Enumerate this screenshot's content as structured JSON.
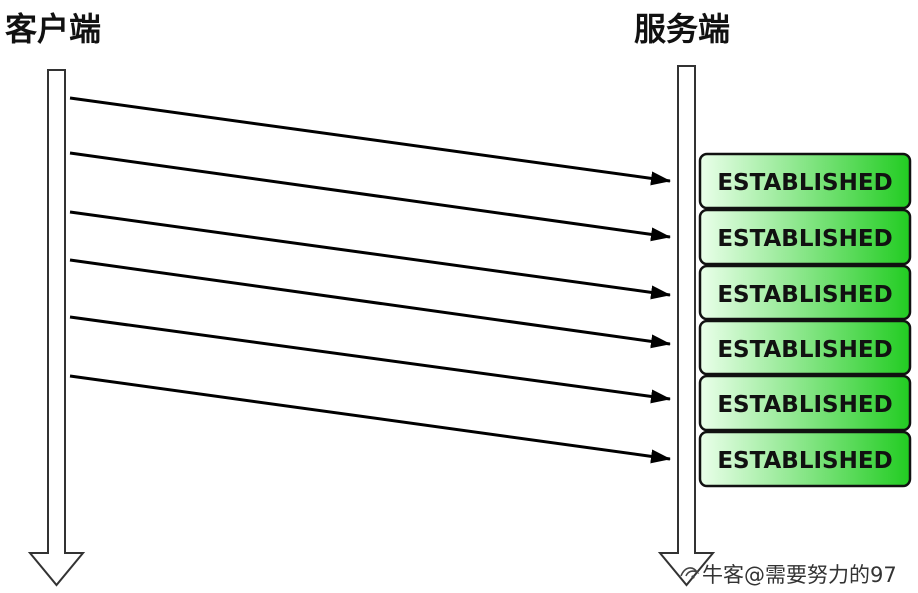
{
  "diagram": {
    "client": {
      "label": "客户端"
    },
    "server": {
      "label": "服务端"
    },
    "messages": [
      {
        "state": "ESTABLISHED"
      },
      {
        "state": "ESTABLISHED"
      },
      {
        "state": "ESTABLISHED"
      },
      {
        "state": "ESTABLISHED"
      },
      {
        "state": "ESTABLISHED"
      },
      {
        "state": "ESTABLISHED"
      }
    ],
    "colors": {
      "state_fill_light": "#eaffea",
      "state_fill_dark": "#22cc22",
      "state_border": "#111111",
      "line": "#000000",
      "lifeline_fill": "#ffffff",
      "lifeline_stroke": "#333333"
    }
  },
  "watermark": {
    "text": "牛客@需要努力的97"
  }
}
